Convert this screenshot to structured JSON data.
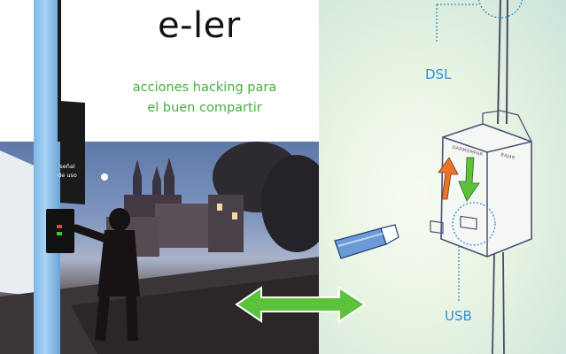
{
  "header": {
    "title": "e-ler",
    "subtitle_line1": "acciones hacking para",
    "subtitle_line2": "el buen compartir"
  },
  "photo": {
    "sign_line1": "señal",
    "sign_line2": "de uso"
  },
  "sketch": {
    "label_dsl": "DSL",
    "label_usb": "USB",
    "device_text_left": "DARMOMPAR",
    "device_text_right": "BAJAR"
  },
  "colors": {
    "title": "#111111",
    "subtitle": "#45b03a",
    "label_blue": "#2f8fd8",
    "arrow_green": "#5bc23a",
    "arrow_orange": "#e9742a"
  },
  "icons": [
    "double-arrow-icon",
    "usb-stick-icon",
    "upload-arrow-icon",
    "download-arrow-icon"
  ]
}
